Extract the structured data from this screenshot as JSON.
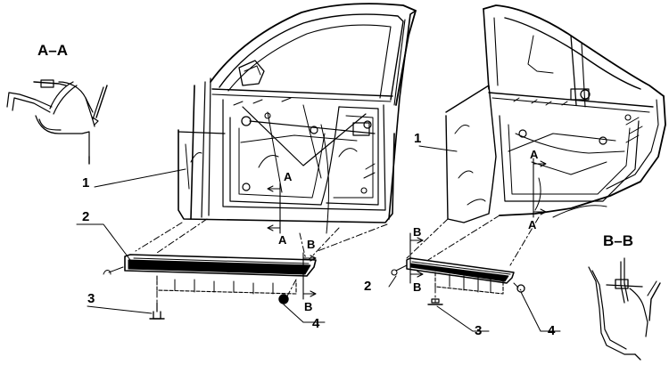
{
  "section_titles": {
    "aa": "A–A",
    "bb": "B–B"
  },
  "callouts": {
    "front_panel": "1",
    "front_sill_trim": "2",
    "front_clip": "3",
    "front_screw": "4",
    "rear_panel": "1",
    "rear_sill_trim": "2",
    "rear_clip": "3",
    "rear_screw": "4"
  },
  "section_marks": {
    "front_a_top": "A",
    "front_a_bottom": "A",
    "front_b_top": "B",
    "front_b_bottom": "B",
    "rear_a_top": "A",
    "rear_a_bottom": "A",
    "rear_b_top": "B",
    "rear_b_bottom": "B"
  },
  "colors": {
    "ink": "#000000",
    "paper": "#ffffff"
  }
}
